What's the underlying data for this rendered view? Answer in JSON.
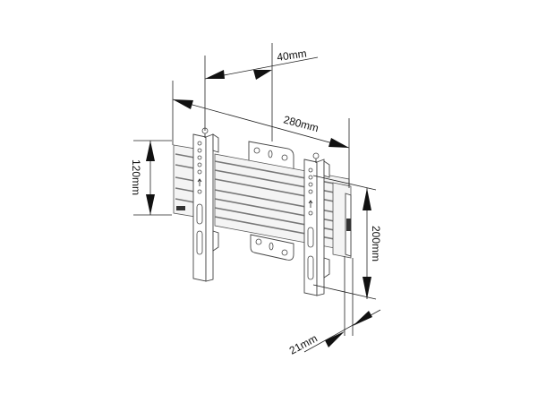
{
  "diagram": {
    "subject": "tilting TV wall mount bracket",
    "colors": {
      "background": "#ffffff",
      "line": "#222222",
      "part_stroke": "#444444",
      "rail_fill": "#f4f4f4"
    },
    "dimensions": {
      "vesa_offset": {
        "label": "40mm"
      },
      "width": {
        "label": "280mm"
      },
      "height_left": {
        "label": "120mm"
      },
      "height_right": {
        "label": "200mm"
      },
      "depth": {
        "label": "21mm"
      }
    }
  }
}
